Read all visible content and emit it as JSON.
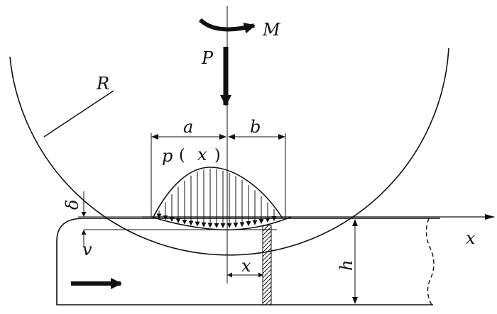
{
  "labels": {
    "M": "M",
    "P": "P",
    "R": "R",
    "a": "a",
    "b": "b",
    "p": "p",
    "paren_open": "(",
    "x_in_p": "x",
    "paren_close": ")",
    "delta": "δ",
    "v": "v",
    "x_axis": "x",
    "x_dim": "x",
    "h": "h"
  }
}
